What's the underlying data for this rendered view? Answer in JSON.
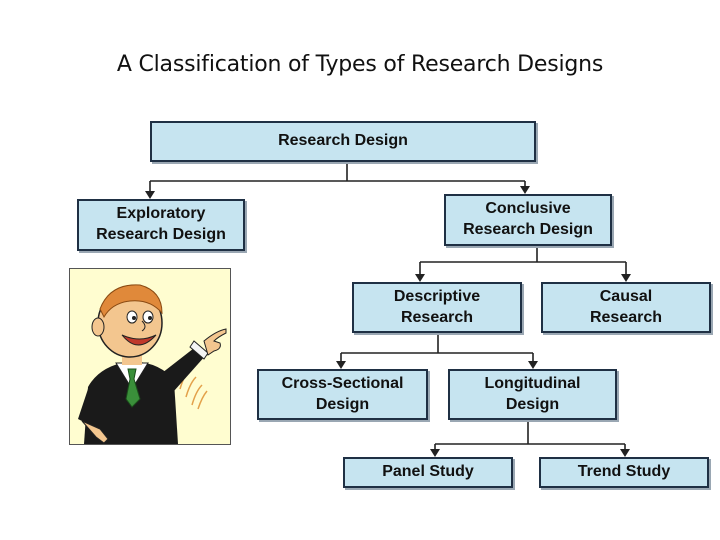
{
  "title": "A Classification of Types of Research Designs",
  "nodes": {
    "research_design": {
      "line1": "Research Design",
      "line2": ""
    },
    "exploratory": {
      "line1": "Exploratory",
      "line2": "Research Design"
    },
    "conclusive": {
      "line1": "Conclusive",
      "line2": "Research Design"
    },
    "descriptive": {
      "line1": "Descriptive",
      "line2": "Research"
    },
    "causal": {
      "line1": "Causal",
      "line2": "Research"
    },
    "cross_sectional": {
      "line1": "Cross-Sectional",
      "line2": "Design"
    },
    "longitudinal": {
      "line1": "Longitudinal",
      "line2": "Design"
    },
    "panel": {
      "line1": "Panel Study",
      "line2": ""
    },
    "trend": {
      "line1": "Trend Study",
      "line2": ""
    }
  },
  "colors": {
    "box_fill": "#c6e4f0",
    "box_border": "#1f3044",
    "cartoon_bg": "#fffdd0"
  }
}
